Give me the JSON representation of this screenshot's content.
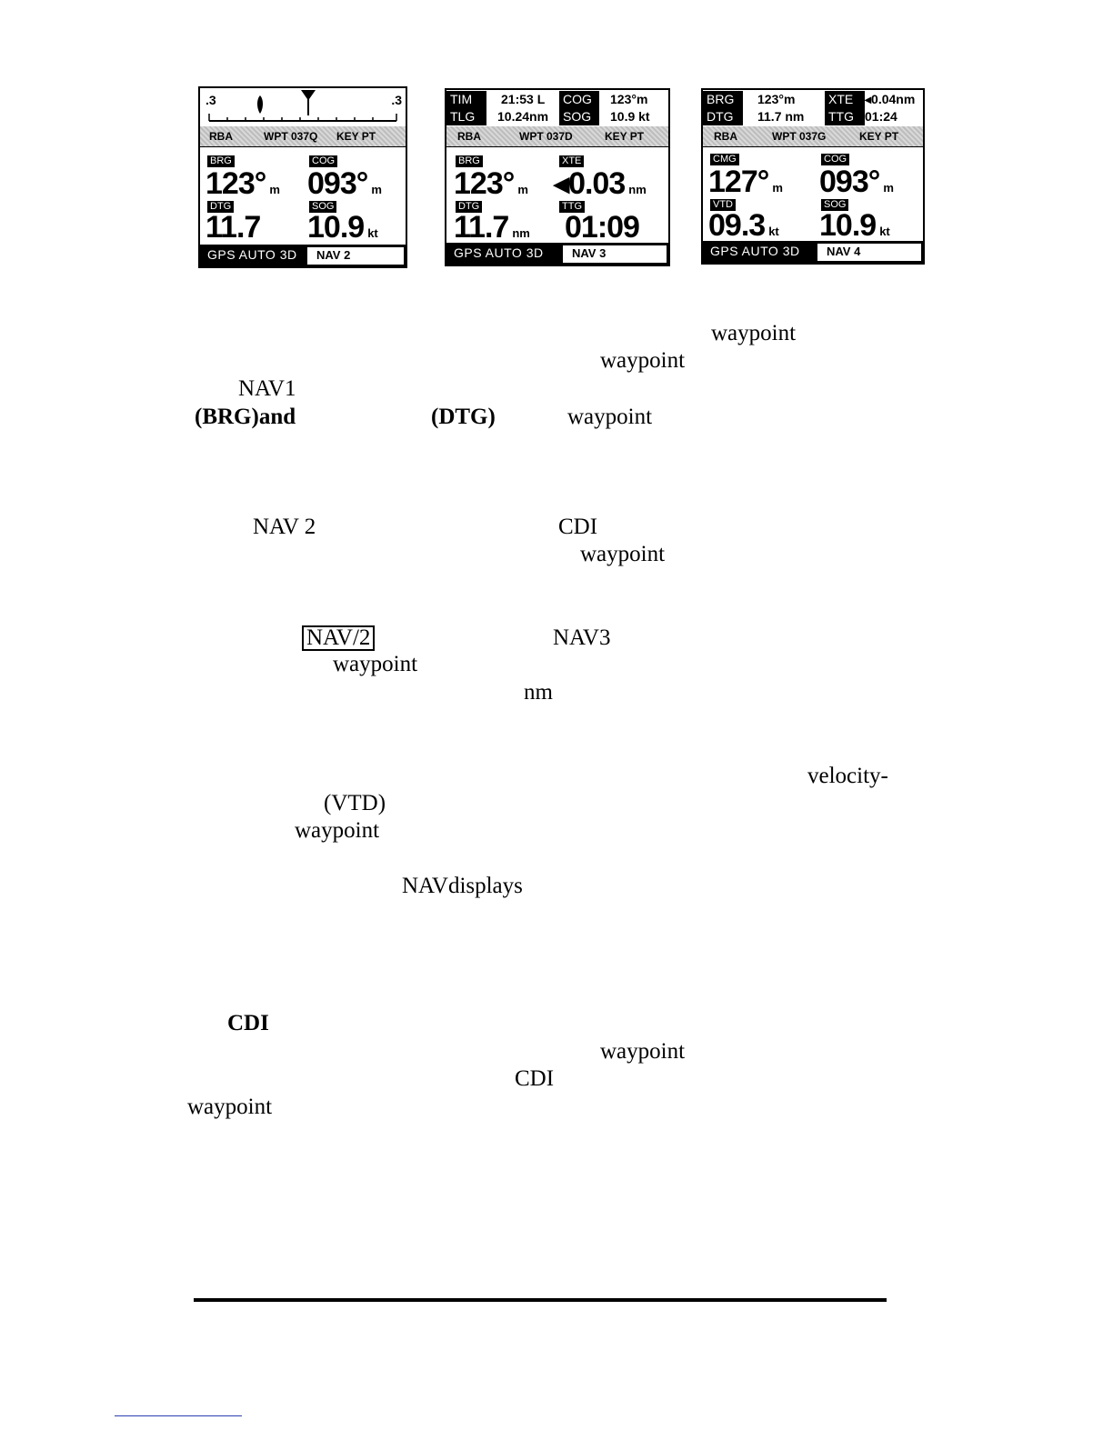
{
  "screens": {
    "nav1": {
      "scale_left": ".3",
      "scale_right": ".3",
      "route": [
        "RBA",
        "WPT 037Q",
        "KEY PT"
      ],
      "tl_label": "BRG",
      "tl_value": "123°",
      "tl_unit": "m",
      "tr_label": "COG",
      "tr_value": "093°",
      "tr_unit": "m",
      "bl_label": "DTG",
      "bl_value": "11.7",
      "bl_unit": "",
      "br_label": "SOG",
      "br_value": "10.9",
      "br_unit": "kt",
      "status_gps": "GPS AUTO 3D",
      "status_nav": "NAV 2"
    },
    "nav3": {
      "h1_label": "TIM",
      "h1_value": "21:53 L",
      "h2_label": "COG",
      "h2_value": "123°m",
      "h3_label": "TLG",
      "h3_value": "10.24nm",
      "h4_label": "SOG",
      "h4_value": "10.9 kt",
      "route": [
        "RBA",
        "WPT 037D",
        "KEY PT"
      ],
      "tl_label": "BRG",
      "tl_value": "123°",
      "tl_unit": "m",
      "tr_label": "XTE",
      "tr_value": "◂0.03",
      "tr_unit": "nm",
      "bl_label": "DTG",
      "bl_value": "11.7",
      "bl_unit": "nm",
      "br_label": "TTG",
      "br_value": "01:09",
      "br_unit": "",
      "status_gps": "GPS AUTO 3D",
      "status_nav": "NAV 3"
    },
    "nav4": {
      "h1_label": "BRG",
      "h1_value": "123°m",
      "h2_label": "XTE",
      "h2_value": "◂0.04nm",
      "h3_label": "DTG",
      "h3_value": "11.7 nm",
      "h4_label": "TTG",
      "h4_value": "01:24",
      "route": [
        "RBA",
        "WPT 037G",
        "KEY PT"
      ],
      "tl_label": "CMG",
      "tl_value": "127°",
      "tl_unit": "m",
      "tr_label": "COG",
      "tr_value": "093°",
      "tr_unit": "m",
      "bl_label": "VTD",
      "bl_value": "09.3",
      "bl_unit": "kt",
      "br_label": "SOG",
      "br_value": "10.9",
      "br_unit": "kt",
      "status_gps": "GPS AUTO 3D",
      "status_nav": "NAV 4"
    }
  },
  "text": {
    "t1": "waypoint",
    "t2": "waypoint",
    "t3": "NAV1",
    "t4": "(BRG)and",
    "t5": "(DTG)",
    "t6": "waypoint",
    "t7": "NAV 2",
    "t8": "CDI",
    "t9": "waypoint",
    "t10": "NAV/2",
    "t11": "NAV3",
    "t12": "waypoint",
    "t13": "nm",
    "t14": "velocity-",
    "t15": "(VTD)",
    "t16": "waypoint",
    "t17": "NAVdisplays",
    "t18": "CDI",
    "t19": "waypoint",
    "t20": "CDI",
    "t21": "waypoint"
  }
}
